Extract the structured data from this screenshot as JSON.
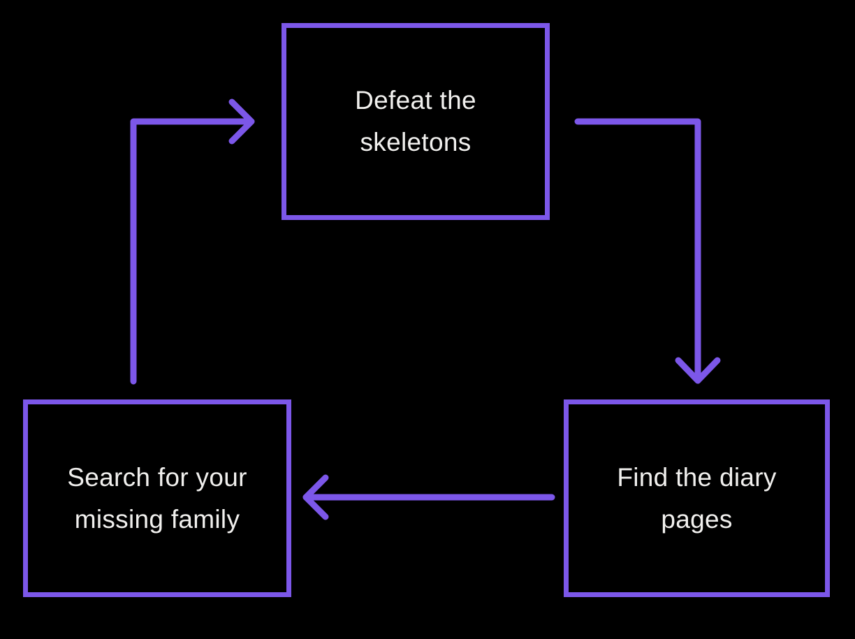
{
  "diagram": {
    "type": "cycle",
    "nodes": [
      {
        "id": "defeat",
        "label": "Defeat the skeletons",
        "position": "top-center"
      },
      {
        "id": "find",
        "label": "Find the diary pages",
        "position": "bottom-right"
      },
      {
        "id": "search",
        "label": "Search for your missing family",
        "position": "bottom-left"
      }
    ],
    "edges": [
      {
        "from": "defeat",
        "to": "find",
        "style": "elbow",
        "arrowhead": "open-chevron",
        "direction": "right-then-down"
      },
      {
        "from": "find",
        "to": "search",
        "style": "straight",
        "arrowhead": "open-chevron",
        "direction": "left"
      },
      {
        "from": "search",
        "to": "defeat",
        "style": "elbow",
        "arrowhead": "open-chevron",
        "direction": "up-then-right"
      }
    ]
  },
  "colors": {
    "bg": "#000000",
    "accent": "#7C57E9",
    "text": "#F1F0EE"
  }
}
